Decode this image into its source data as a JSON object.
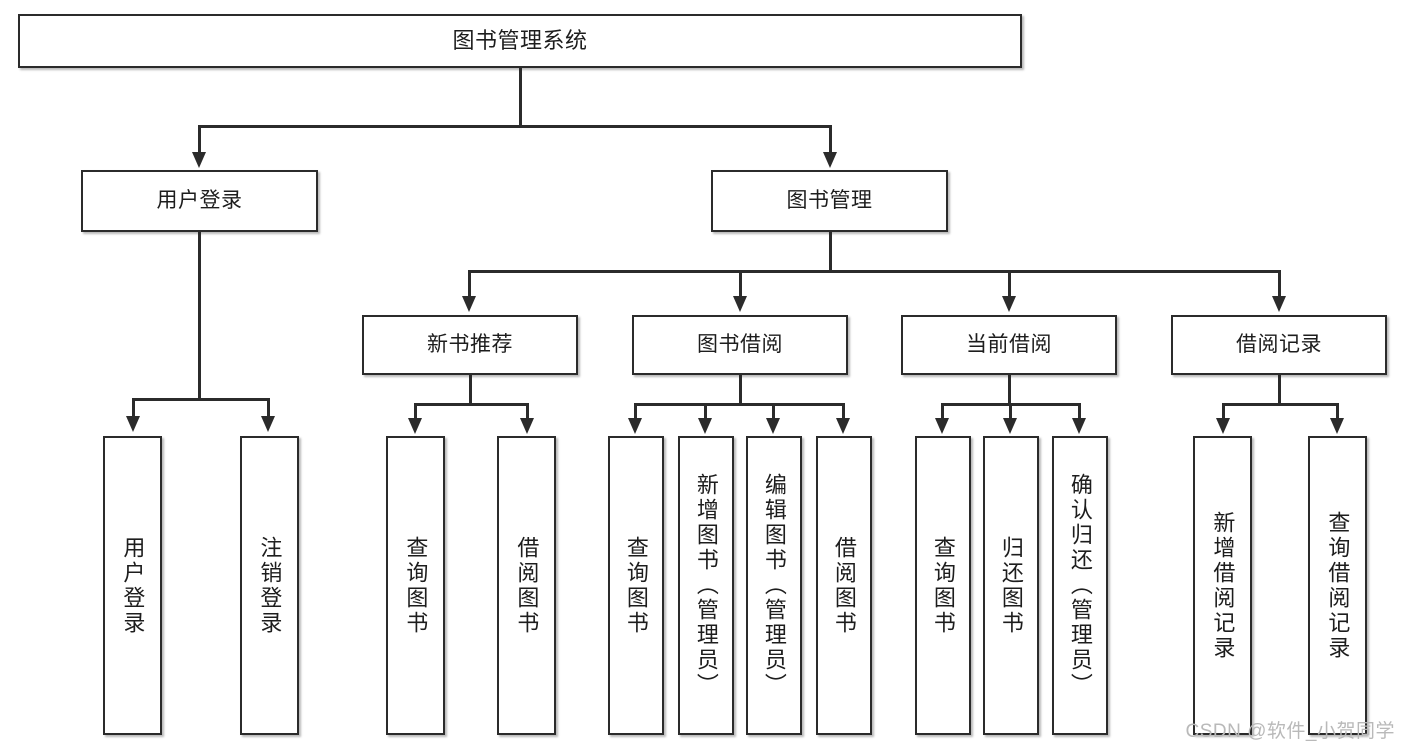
{
  "diagram": {
    "title": "图书管理系统",
    "watermark": "CSDN @软件_小贺同学",
    "colors": {
      "stroke": "#2b2b2b",
      "box_fill": "#ffffff",
      "text": "#1d1d1d",
      "watermark": "#b9b9b9",
      "background": "#ffffff"
    },
    "root": {
      "label": "图书管理系统"
    },
    "level2": [
      {
        "label": "用户登录"
      },
      {
        "label": "图书管理"
      }
    ],
    "level3": [
      {
        "label": "新书推荐"
      },
      {
        "label": "图书借阅"
      },
      {
        "label": "当前借阅"
      },
      {
        "label": "借阅记录"
      }
    ],
    "leaves": {
      "user_login": [
        {
          "label": "用户登录"
        },
        {
          "label": "注销登录"
        }
      ],
      "new_book_recommend": [
        {
          "label": "查询图书"
        },
        {
          "label": "借阅图书"
        }
      ],
      "book_borrow": [
        {
          "label": "查询图书"
        },
        {
          "label": "新增图书（管理员）"
        },
        {
          "label": "编辑图书（管理员）"
        },
        {
          "label": "借阅图书"
        }
      ],
      "current_borrow": [
        {
          "label": "查询图书"
        },
        {
          "label": "归还图书"
        },
        {
          "label": "确认归还（管理员）"
        }
      ],
      "borrow_record": [
        {
          "label": "新增借阅记录"
        },
        {
          "label": "查询借阅记录"
        }
      ]
    }
  }
}
